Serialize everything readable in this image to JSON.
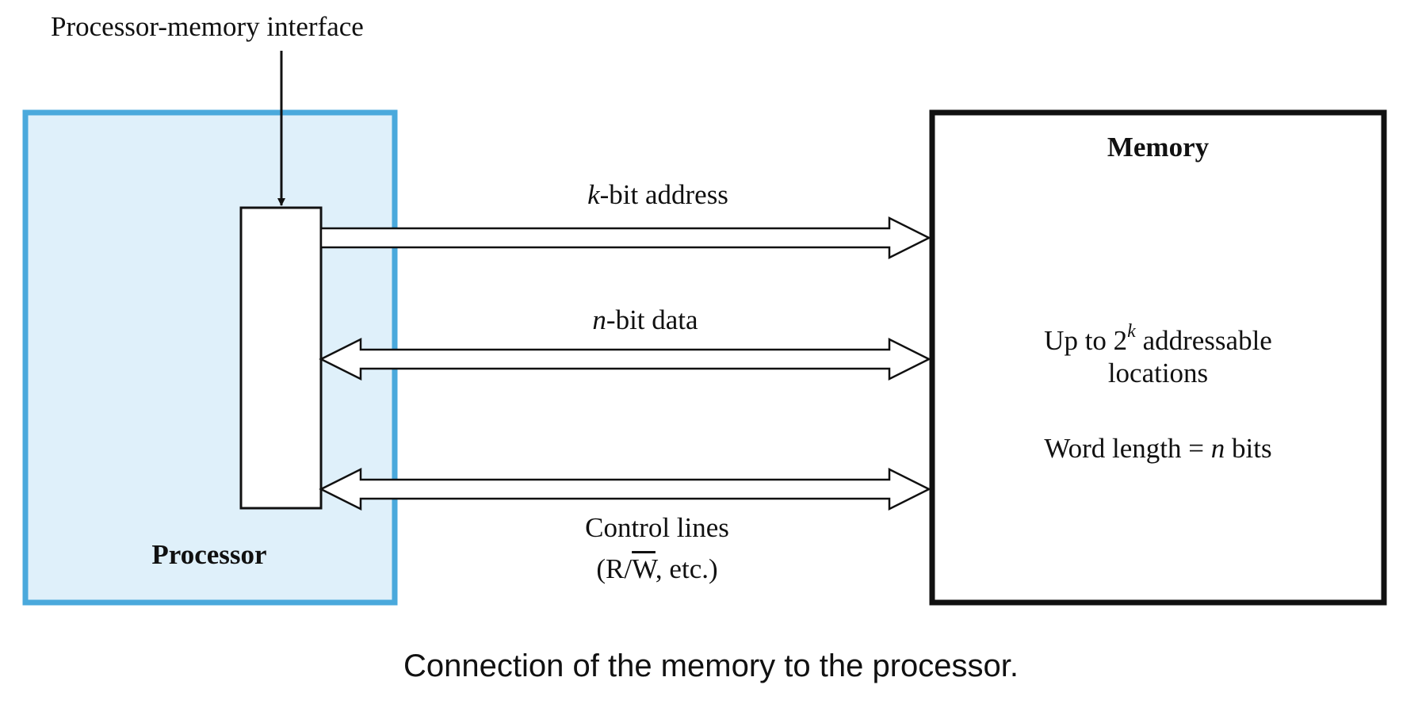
{
  "interface_label": "Processor-memory interface",
  "processor": {
    "label": "Processor",
    "fill_color": "#dff0fa",
    "border_color": "#4aa9dc"
  },
  "memory": {
    "title": "Memory",
    "capacity_prefix": "Up to 2",
    "capacity_exp": "k",
    "capacity_suffix": " addressable",
    "capacity_line2": "locations",
    "word_prefix": "Word length = ",
    "word_var": "n",
    "word_suffix": " bits"
  },
  "buses": {
    "address": {
      "var": "k",
      "text": "-bit address"
    },
    "data": {
      "var": "n",
      "text": "-bit data"
    },
    "control": {
      "line1": "Control lines",
      "open": "(R/",
      "w": "W",
      "close": ", etc.)"
    }
  },
  "caption": "Connection of the memory to the processor."
}
